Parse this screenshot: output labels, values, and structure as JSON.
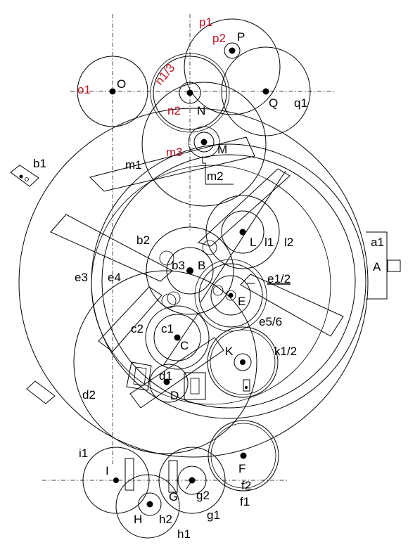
{
  "diagram": {
    "colors": {
      "line": "#000000",
      "highlight": "#c0111f"
    },
    "labels": {
      "p1": "p1",
      "p2": "p2",
      "P": "P",
      "o1": "o1",
      "O": "O",
      "n13": "n1/3",
      "n2": "n2",
      "N": "N",
      "Q": "Q",
      "q1": "q1",
      "m3": "m3",
      "M": "M",
      "m1": "m1",
      "m2": "m2",
      "b1": "b1",
      "b2": "b2",
      "b3": "b3",
      "B": "B",
      "L": "L",
      "l1": "l1",
      "l2": "l2",
      "a1": "a1",
      "A": "A",
      "e3": "e3",
      "e4": "e4",
      "e12": "e1/2",
      "E": "E",
      "e56": "e5/6",
      "c1": "c1",
      "c2": "c2",
      "C": "C",
      "K": "K",
      "k12": "k1/2",
      "d1": "d1",
      "d2": "d2",
      "D": "D",
      "i1": "i1",
      "I": "I",
      "F": "F",
      "f1": "f1",
      "f2": "f2",
      "G": "G",
      "g1": "g1",
      "g2": "g2",
      "H": "H",
      "h1": "h1",
      "h2": "h2"
    }
  }
}
